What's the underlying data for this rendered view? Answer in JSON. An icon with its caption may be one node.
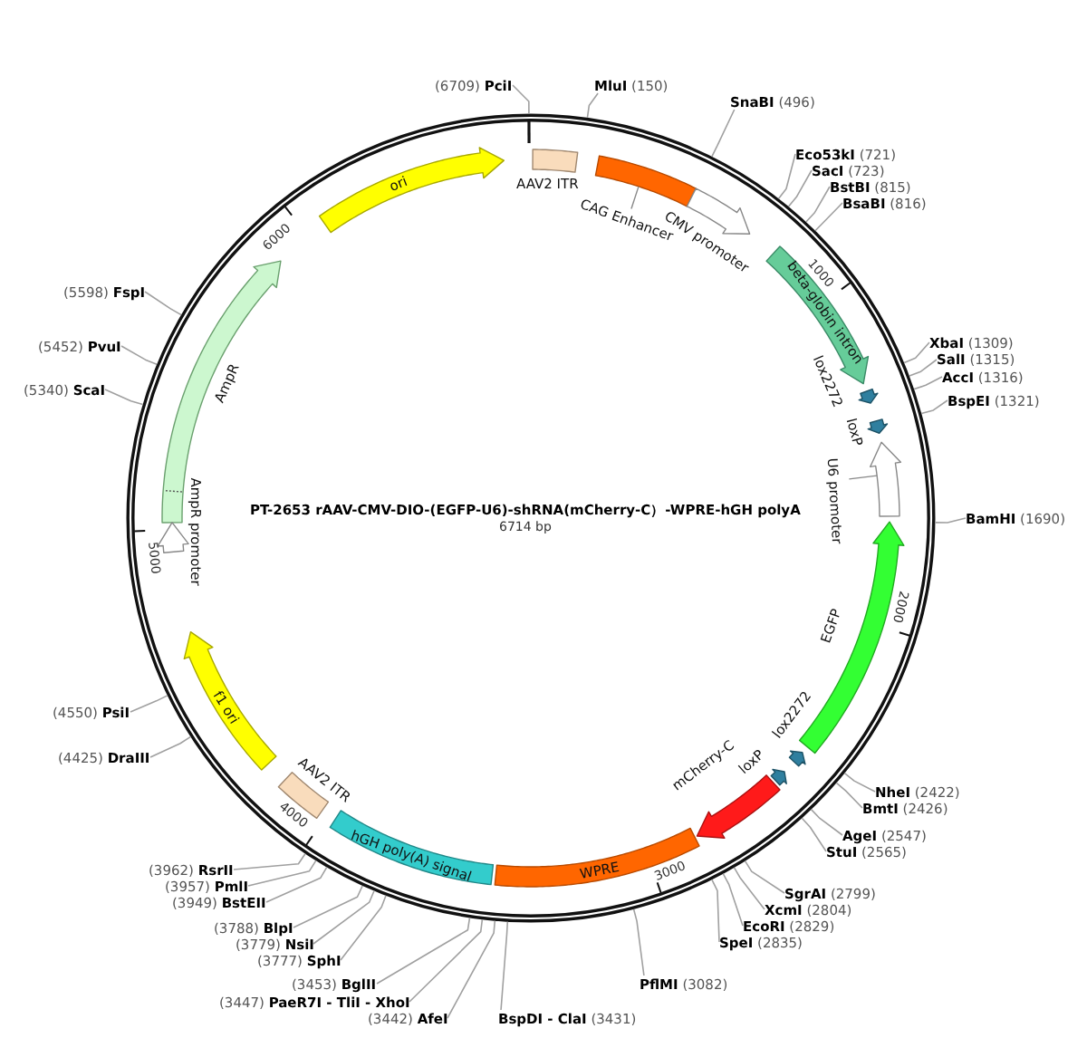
{
  "diagram": {
    "title": "PT-2653 rAAV-CMV-DIO-(EGFP-U6)-shRNA(mCherry-C）-WPRE-hGH polyA",
    "nodes": [
      {
        "text": [
          "AAV2 ITR"
        ]
      },
      {
        "text": [
          "CAG Enhancer"
        ]
      },
      {
        "text": [
          "CMV promoter"
        ]
      },
      {
        "text": [
          "beta-globin intron"
        ]
      },
      {
        "text": [
          "lox2272"
        ]
      },
      {
        "text": [
          "loxP"
        ]
      },
      {
        "text": [
          "U6 promoter"
        ]
      },
      {
        "text": [
          "EGFP"
        ]
      },
      {
        "text": [
          "lox2272"
        ]
      },
      {
        "text": [
          "loxP"
        ]
      },
      {
        "text": [
          "mCherry-C"
        ]
      },
      {
        "text": [
          "WPRE"
        ]
      },
      {
        "text": [
          "hGH poly(A) signal"
        ]
      },
      {
        "text": [
          "AAV2 ITR"
        ]
      },
      {
        "text": [
          "f1 ori"
        ]
      },
      {
        "text": [
          "AmpR promoter"
        ]
      },
      {
        "text": [
          "AmpR"
        ]
      },
      {
        "text": [
          "ori"
        ]
      },
      {
        "text": [
          "**MluI** (150)"
        ]
      },
      {
        "text": [
          "**SnaBI** (496)"
        ]
      },
      {
        "text": [
          "**Eco53kI** (721)"
        ]
      },
      {
        "text": [
          "**SacI** (723)"
        ]
      },
      {
        "text": [
          "**BstBI** (815)"
        ]
      },
      {
        "text": [
          "**BsaBI** (816)"
        ]
      },
      {
        "text": [
          "**XbaI** (1309)"
        ]
      },
      {
        "text": [
          "**SalI** (1315)"
        ]
      },
      {
        "text": [
          "**AccI** (1316)"
        ]
      },
      {
        "text": [
          "**BspEI** (1321)"
        ]
      },
      {
        "text": [
          "**BamHI** (1690)"
        ]
      },
      {
        "text": [
          "**NheI** (2422)"
        ]
      },
      {
        "text": [
          "**BmtI** (2426)"
        ]
      },
      {
        "text": [
          "**AgeI** (2547)"
        ]
      },
      {
        "text": [
          "**StuI** (2565)"
        ]
      },
      {
        "text": [
          "**SgrAI** (2799)"
        ]
      },
      {
        "text": [
          "**XcmI** (2804)"
        ]
      },
      {
        "text": [
          "**EcoRI** (2829)"
        ]
      },
      {
        "text": [
          "**SpeI** (2835)"
        ]
      },
      {
        "text": [
          "**PflMI** (3082)"
        ]
      },
      {
        "text": [
          "**BspDI - ClaI** (3431)"
        ]
      },
      {
        "text": [
          "(3442) **AfeI**"
        ]
      },
      {
        "text": [
          "(3447) **PaeR7I - TliI - XhoI**"
        ]
      },
      {
        "text": [
          "(3453) **BglII**"
        ]
      },
      {
        "text": [
          "(3777) **SphI**"
        ]
      },
      {
        "text": [
          "(3779) **NsiI**"
        ]
      },
      {
        "text": [
          "(3788) **BlpI**"
        ]
      },
      {
        "text": [
          "(3949) **BstEII**"
        ]
      },
      {
        "text": [
          "(3957) **PmlI**"
        ]
      },
      {
        "text": [
          "(3962) **RsrII**"
        ]
      },
      {
        "text": [
          "(4425) **DraIII**"
        ]
      },
      {
        "text": [
          "(4550) **PsiI**"
        ]
      },
      {
        "text": [
          "(5340) **ScaI**"
        ]
      },
      {
        "text": [
          "(5452) **PvuI**"
        ]
      },
      {
        "text": [
          "(5598) **FspI**"
        ]
      },
      {
        "text": [
          "(6709) **PciI**"
        ]
      }
    ],
    "edges": [
      {
        "from": 18,
        "to": null,
        "arrow": "none"
      },
      {
        "from": 19,
        "to": null,
        "arrow": "none"
      },
      {
        "from": 20,
        "to": null,
        "arrow": "none"
      },
      {
        "from": 21,
        "to": null,
        "arrow": "none"
      },
      {
        "from": 22,
        "to": null,
        "arrow": "none"
      },
      {
        "from": 23,
        "to": null,
        "arrow": "none"
      },
      {
        "from": 24,
        "to": null,
        "arrow": "none"
      },
      {
        "from": 25,
        "to": null,
        "arrow": "none"
      },
      {
        "from": 26,
        "to": null,
        "arrow": "none"
      },
      {
        "from": 27,
        "to": null,
        "arrow": "none"
      },
      {
        "from": 28,
        "to": null,
        "arrow": "none"
      },
      {
        "from": 29,
        "to": null,
        "arrow": "none"
      },
      {
        "from": 30,
        "to": null,
        "arrow": "none"
      },
      {
        "from": 31,
        "to": null,
        "arrow": "none"
      },
      {
        "from": 32,
        "to": null,
        "arrow": "none"
      },
      {
        "from": 33,
        "to": null,
        "arrow": "none"
      },
      {
        "from": 34,
        "to": null,
        "arrow": "none"
      },
      {
        "from": 35,
        "to": null,
        "arrow": "none"
      },
      {
        "from": 36,
        "to": null,
        "arrow": "none"
      },
      {
        "from": 37,
        "to": null,
        "arrow": "none"
      },
      {
        "from": 38,
        "to": null,
        "arrow": "none"
      },
      {
        "from": 39,
        "to": null,
        "arrow": "none"
      },
      {
        "from": 40,
        "to": null,
        "arrow": "none"
      },
      {
        "from": 41,
        "to": null,
        "arrow": "none"
      },
      {
        "from": 42,
        "to": null,
        "arrow": "none"
      },
      {
        "from": 43,
        "to": null,
        "arrow": "none"
      },
      {
        "from": 44,
        "to": null,
        "arrow": "none"
      },
      {
        "from": 45,
        "to": null,
        "arrow": "none"
      },
      {
        "from": 46,
        "to": null,
        "arrow": "none"
      },
      {
        "from": 47,
        "to": null,
        "arrow": "none"
      },
      {
        "from": 48,
        "to": null,
        "arrow": "none"
      },
      {
        "from": 49,
        "to": null,
        "arrow": "none"
      },
      {
        "from": 50,
        "to": null,
        "arrow": "none"
      },
      {
        "from": 51,
        "to": null,
        "arrow": "none"
      },
      {
        "from": 52,
        "to": null,
        "arrow": "none"
      },
      {
        "from": 53,
        "to": null,
        "arrow": "none"
      }
    ],
    "labels": [
      "6000",
      "1000",
      "6714 bp",
      "5000",
      "2000",
      "4000",
      "3000"
    ]
  }
}
